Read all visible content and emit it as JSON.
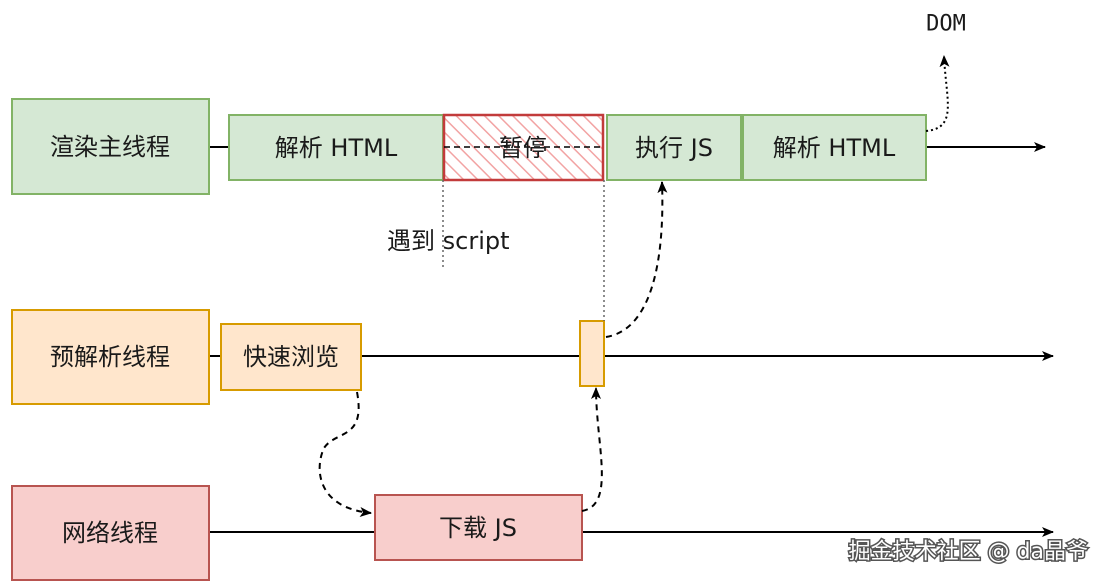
{
  "lanes": {
    "render": {
      "label": "渲染主线程"
    },
    "preparse": {
      "label": "预解析线程"
    },
    "network": {
      "label": "网络线程"
    }
  },
  "render_steps": {
    "parse_html_1": "解析 HTML",
    "pause": "暂停",
    "exec_js": "执行 JS",
    "parse_html_2": "解析 HTML"
  },
  "preparse_steps": {
    "fast_browse": "快速浏览"
  },
  "network_steps": {
    "download_js": "下载 JS"
  },
  "annotations": {
    "encounter_script": "遇到 script",
    "dom": "DOM"
  },
  "watermark": "掘金技术社区 @ da晶爷",
  "colors": {
    "green_fill": "#d5e8d4",
    "green_stroke": "#82b366",
    "orange_fill": "#ffe6cc",
    "orange_stroke": "#d79b00",
    "red_fill": "#f8cecc",
    "red_stroke": "#b85450",
    "pause_stroke": "#c23b3b"
  }
}
